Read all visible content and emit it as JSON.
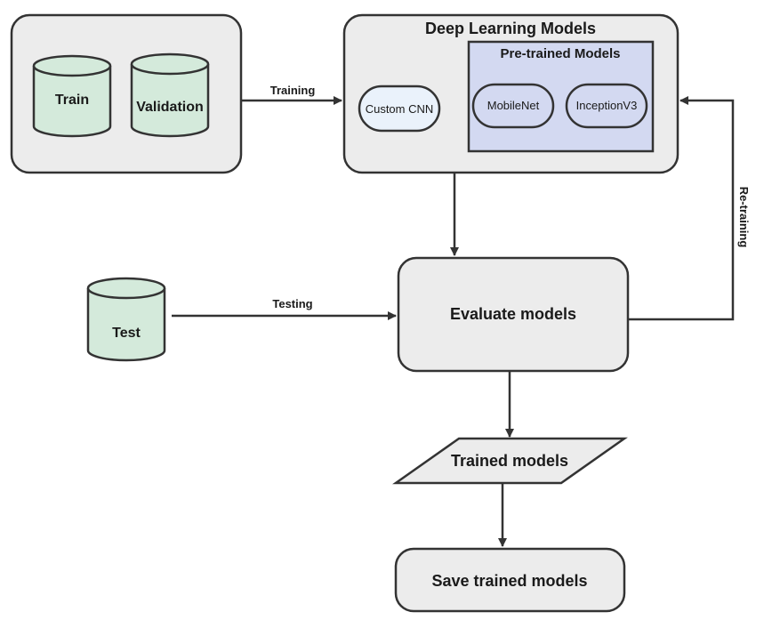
{
  "datasets": {
    "train": "Train",
    "validation": "Validation",
    "test": "Test"
  },
  "models": {
    "title": "Deep Learning Models",
    "custom_cnn": "Custom CNN",
    "pretrained": {
      "title": "Pre-trained Models",
      "mobilenet": "MobileNet",
      "inception": "InceptionV3"
    }
  },
  "edges": {
    "training": "Training",
    "testing": "Testing",
    "retraining": "Re-training"
  },
  "evaluate": "Evaluate models",
  "trained": "Trained models",
  "save": "Save trained models",
  "colors": {
    "panel_fill": "#ececec",
    "cylinder_fill": "#d4eadb",
    "pretrained_fill": "#d3d9f1",
    "custom_cnn_fill": "#eaf2fb",
    "stroke": "#333333"
  }
}
